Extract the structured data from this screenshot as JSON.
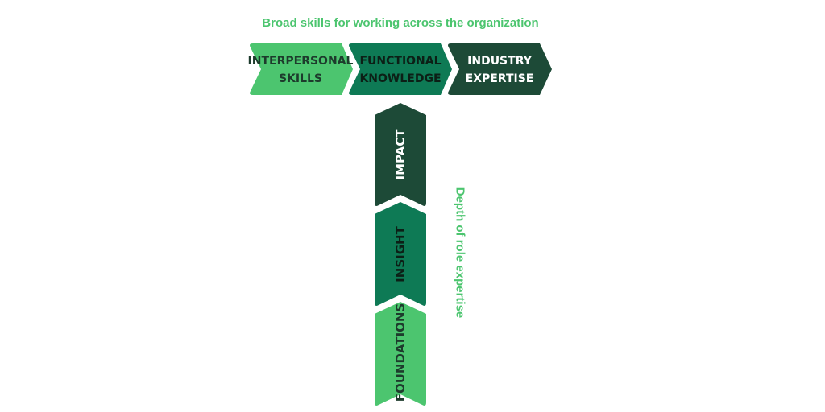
{
  "colors": {
    "light_green": "#4cc56f",
    "mid_green": "#0e7a55",
    "dark_green": "#1d4a37",
    "caption_green": "#4cc56f"
  },
  "captions": {
    "horizontal": "Broad skills for working across the organization",
    "vertical": "Depth of role expertise"
  },
  "breadth": {
    "interpersonal": {
      "line1": "INTERPERSONAL",
      "line2": "SKILLS"
    },
    "functional": {
      "line1": "FUNCTIONAL",
      "line2": "KNOWLEDGE"
    },
    "industry": {
      "line1": "INDUSTRY",
      "line2": "EXPERTISE"
    }
  },
  "depth": {
    "impact": "IMPACT",
    "insight": "INSIGHT",
    "foundations": "FOUNDATIONS"
  }
}
